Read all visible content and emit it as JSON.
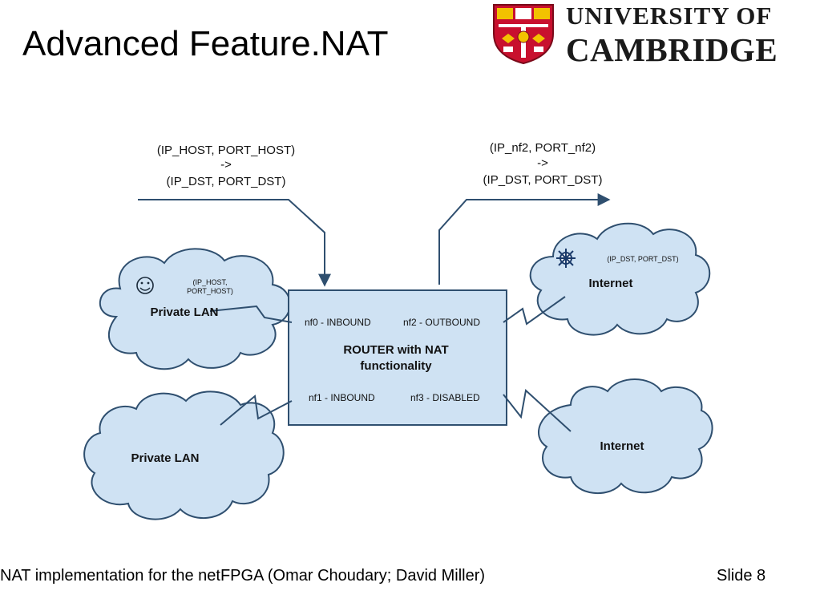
{
  "slide": {
    "title": "Advanced Feature.NAT",
    "footer_text": "NAT implementation for the netFPGA  (Omar Choudary; David Miller)",
    "slide_number": "Slide 8"
  },
  "logo": {
    "line1": "UNIVERSITY OF",
    "line2": "CAMBRIDGE",
    "crest_icon": "cambridge-crest-icon"
  },
  "diagram": {
    "inbound_flow": {
      "line1": "(IP_HOST, PORT_HOST)",
      "line2": "->",
      "line3": "(IP_DST, PORT_DST)"
    },
    "outbound_flow": {
      "line1": "(IP_nf2, PORT_nf2)",
      "line2": "->",
      "line3": "(IP_DST, PORT_DST)"
    },
    "router": {
      "title_line1": "ROUTER with NAT",
      "title_line2": "functionality",
      "port_nf0": "nf0 - INBOUND",
      "port_nf2": "nf2 - OUTBOUND",
      "port_nf1": "nf1 - INBOUND",
      "port_nf3": "nf3 - DISABLED"
    },
    "cloud_private_lan_1": {
      "label": "Private LAN",
      "host_line1": "(IP_HOST,",
      "host_line2": "PORT_HOST)",
      "icon": "smiley-face-icon"
    },
    "cloud_private_lan_2": {
      "label": "Private LAN"
    },
    "cloud_internet_1": {
      "label": "Internet",
      "dst_text": "(IP_DST, PORT_DST)",
      "icon": "server-star-icon"
    },
    "cloud_internet_2": {
      "label": "Internet"
    },
    "colors": {
      "cloud_fill": "#cfe2f3",
      "router_fill": "#cfe2f3",
      "stroke": "#2f4f6f",
      "crest_red": "#c8102e",
      "crest_gold": "#f2c200"
    }
  }
}
